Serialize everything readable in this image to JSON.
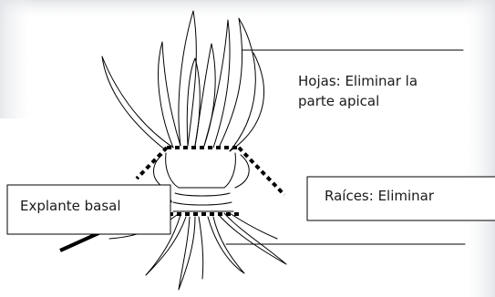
{
  "labels": {
    "hojas_line1": "Hojas: Eliminar la",
    "hojas_line2": "parte apical",
    "raices": "Raíces: Eliminar",
    "explante": "Explante basal"
  },
  "colors": {
    "ink": "#000000",
    "text": "#1a1a1a",
    "background": "#ffffff",
    "fade_edge": "#e4e6ea"
  }
}
